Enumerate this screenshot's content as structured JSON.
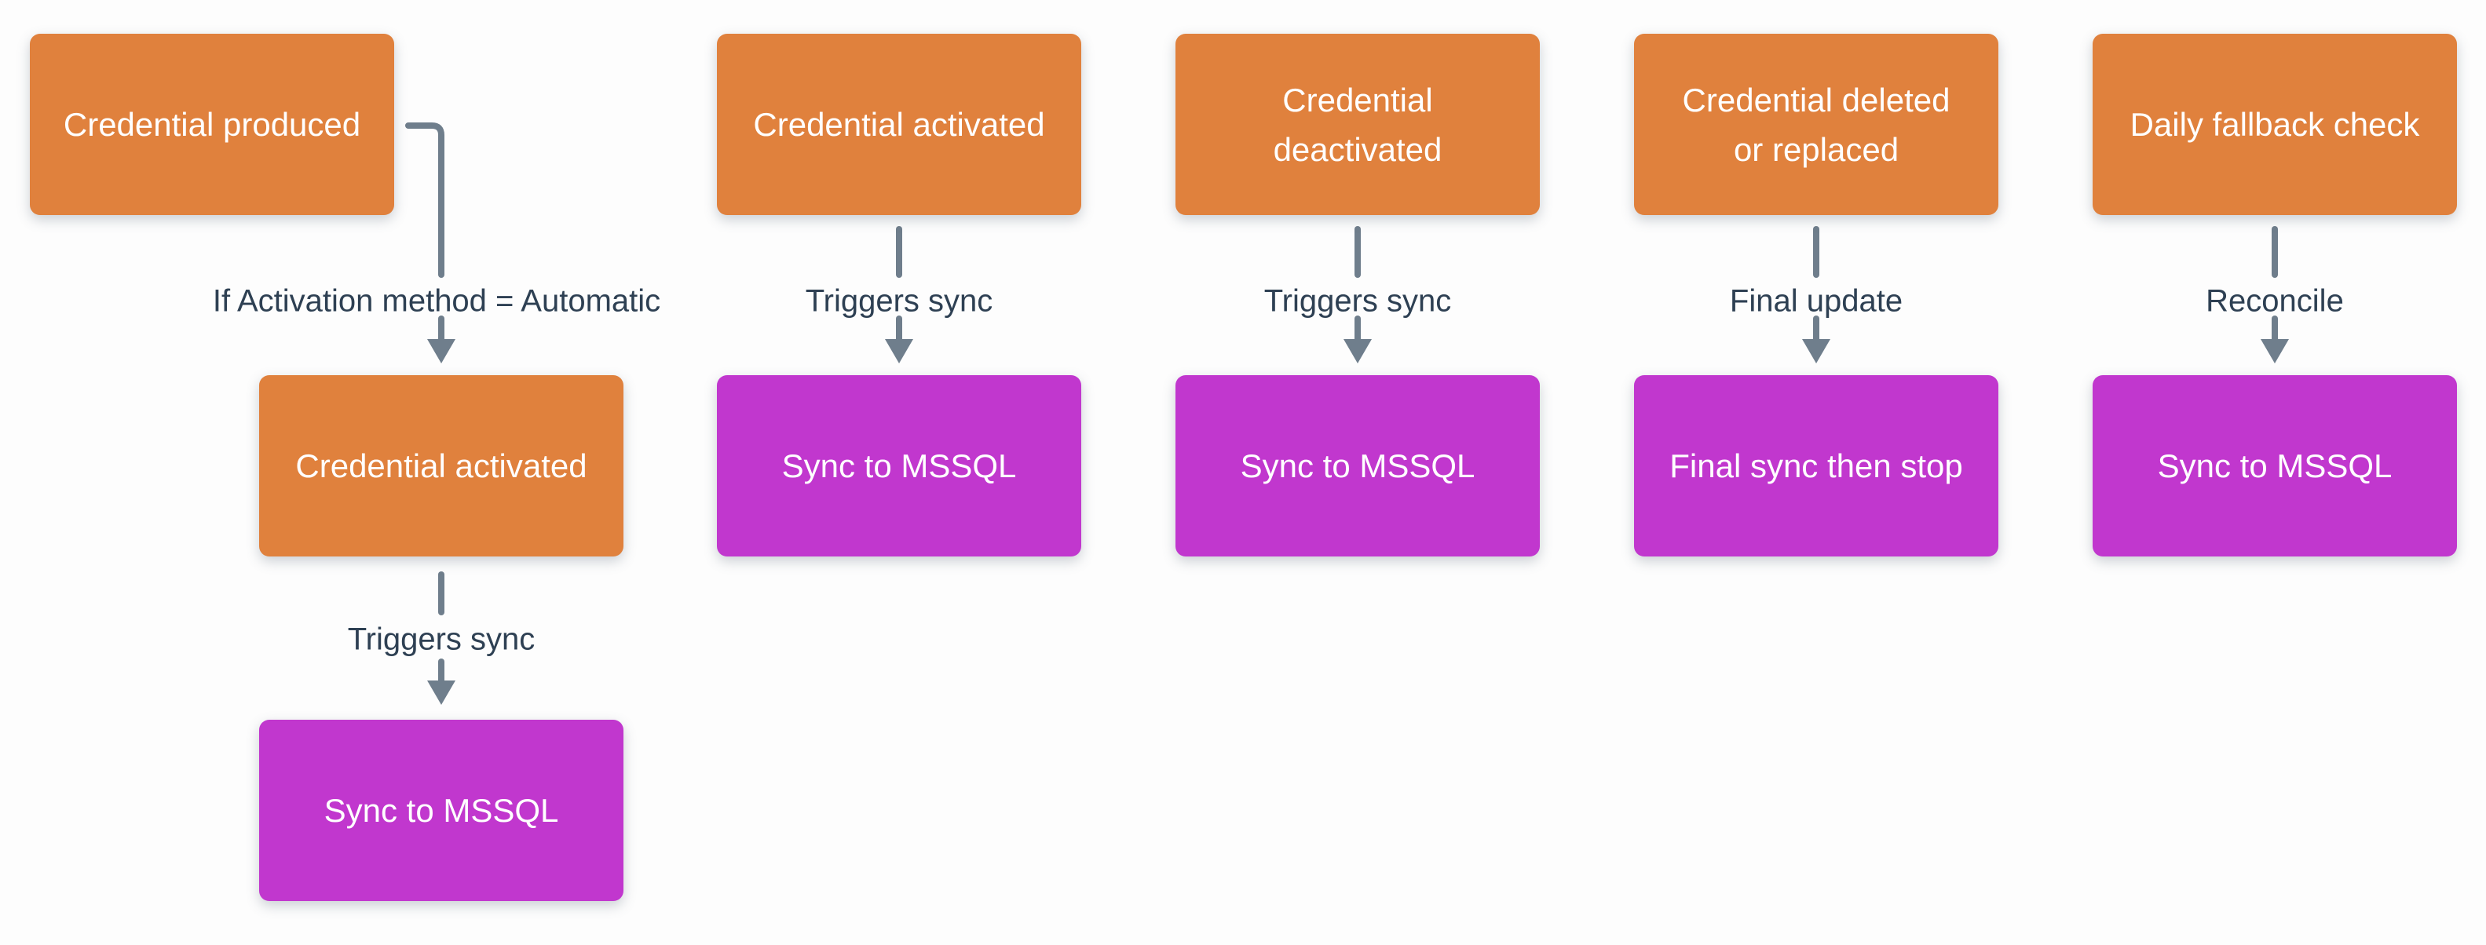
{
  "diagram": {
    "background": "#fdfdfd",
    "colors": {
      "background": "#fdfdfd",
      "event_node": "#e0813d",
      "action_node": "#c137ce",
      "connector": "#6f7e8c",
      "edge_label": "#2e4053",
      "node_text": "#ffffff"
    },
    "flows": [
      {
        "name": "credential-produced-flow",
        "nodes": [
          {
            "label": "Credential produced",
            "type": "event"
          },
          {
            "label": "Credential activated",
            "type": "event"
          },
          {
            "label": "Sync to MSSQL",
            "type": "action"
          }
        ],
        "edges": [
          {
            "label": "If Activation method = Automatic"
          },
          {
            "label": "Triggers sync"
          }
        ]
      },
      {
        "name": "credential-activated-flow",
        "nodes": [
          {
            "label": "Credential activated",
            "type": "event"
          },
          {
            "label": "Sync to MSSQL",
            "type": "action"
          }
        ],
        "edges": [
          {
            "label": "Triggers sync"
          }
        ]
      },
      {
        "name": "credential-deactivated-flow",
        "nodes": [
          {
            "label": "Credential\ndeactivated",
            "type": "event"
          },
          {
            "label": "Sync to MSSQL",
            "type": "action"
          }
        ],
        "edges": [
          {
            "label": "Triggers sync"
          }
        ]
      },
      {
        "name": "credential-deleted-or-replaced-flow",
        "nodes": [
          {
            "label": "Credential deleted\nor replaced",
            "type": "event"
          },
          {
            "label": "Final sync then stop",
            "type": "action"
          }
        ],
        "edges": [
          {
            "label": "Final update"
          }
        ]
      },
      {
        "name": "daily-fallback-check-flow",
        "nodes": [
          {
            "label": "Daily fallback check",
            "type": "event"
          },
          {
            "label": "Sync to MSSQL",
            "type": "action"
          }
        ],
        "edges": [
          {
            "label": "Reconcile"
          }
        ]
      }
    ]
  }
}
